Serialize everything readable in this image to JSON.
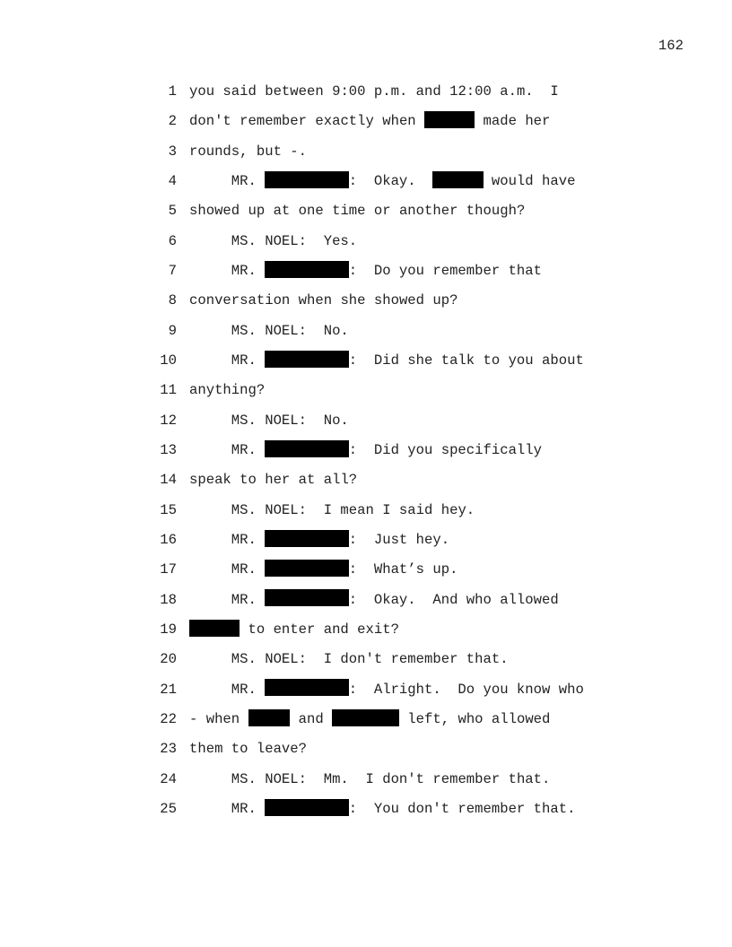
{
  "page_number": "162",
  "lines": [
    {
      "n": "1",
      "t": [
        "you said between 9:00 p.m. and 12:00 a.m.  I"
      ]
    },
    {
      "n": "2",
      "t": [
        "don't remember exactly when ",
        " made her"
      ]
    },
    {
      "n": "3",
      "t": [
        "rounds, but -."
      ]
    },
    {
      "n": "4",
      "t": [
        "MR. ",
        ":  Okay.  ",
        " would have"
      ]
    },
    {
      "n": "5",
      "t": [
        "showed up at one time or another though?"
      ]
    },
    {
      "n": "6",
      "t": [
        "MS. NOEL:  Yes."
      ]
    },
    {
      "n": "7",
      "t": [
        "MR. ",
        ":  Do you remember that"
      ]
    },
    {
      "n": "8",
      "t": [
        "conversation when she showed up?"
      ]
    },
    {
      "n": "9",
      "t": [
        "MS. NOEL:  No."
      ]
    },
    {
      "n": "10",
      "t": [
        "MR. ",
        ":  Did she talk to you about"
      ]
    },
    {
      "n": "11",
      "t": [
        "anything?"
      ]
    },
    {
      "n": "12",
      "t": [
        "MS. NOEL:  No."
      ]
    },
    {
      "n": "13",
      "t": [
        "MR. ",
        ":  Did you specifically"
      ]
    },
    {
      "n": "14",
      "t": [
        "speak to her at all?"
      ]
    },
    {
      "n": "15",
      "t": [
        "MS. NOEL:  I mean I said hey."
      ]
    },
    {
      "n": "16",
      "t": [
        "MR. ",
        ":  Just hey."
      ]
    },
    {
      "n": "17",
      "t": [
        "MR. ",
        ":  What’s up."
      ]
    },
    {
      "n": "18",
      "t": [
        "MR. ",
        ":  Okay.  And who allowed"
      ]
    },
    {
      "n": "19",
      "t": [
        "",
        " to enter and exit?"
      ]
    },
    {
      "n": "20",
      "t": [
        "MS. NOEL:  I don't remember that."
      ]
    },
    {
      "n": "21",
      "t": [
        "MR. ",
        ":  Alright.  Do you know who"
      ]
    },
    {
      "n": "22",
      "t": [
        "- when ",
        " and ",
        " left, who allowed"
      ]
    },
    {
      "n": "23",
      "t": [
        "them to leave?"
      ]
    },
    {
      "n": "24",
      "t": [
        "MS. NOEL:  Mm.  I don't remember that."
      ]
    },
    {
      "n": "25",
      "t": [
        "MR. ",
        ":  You don't remember that."
      ]
    }
  ]
}
